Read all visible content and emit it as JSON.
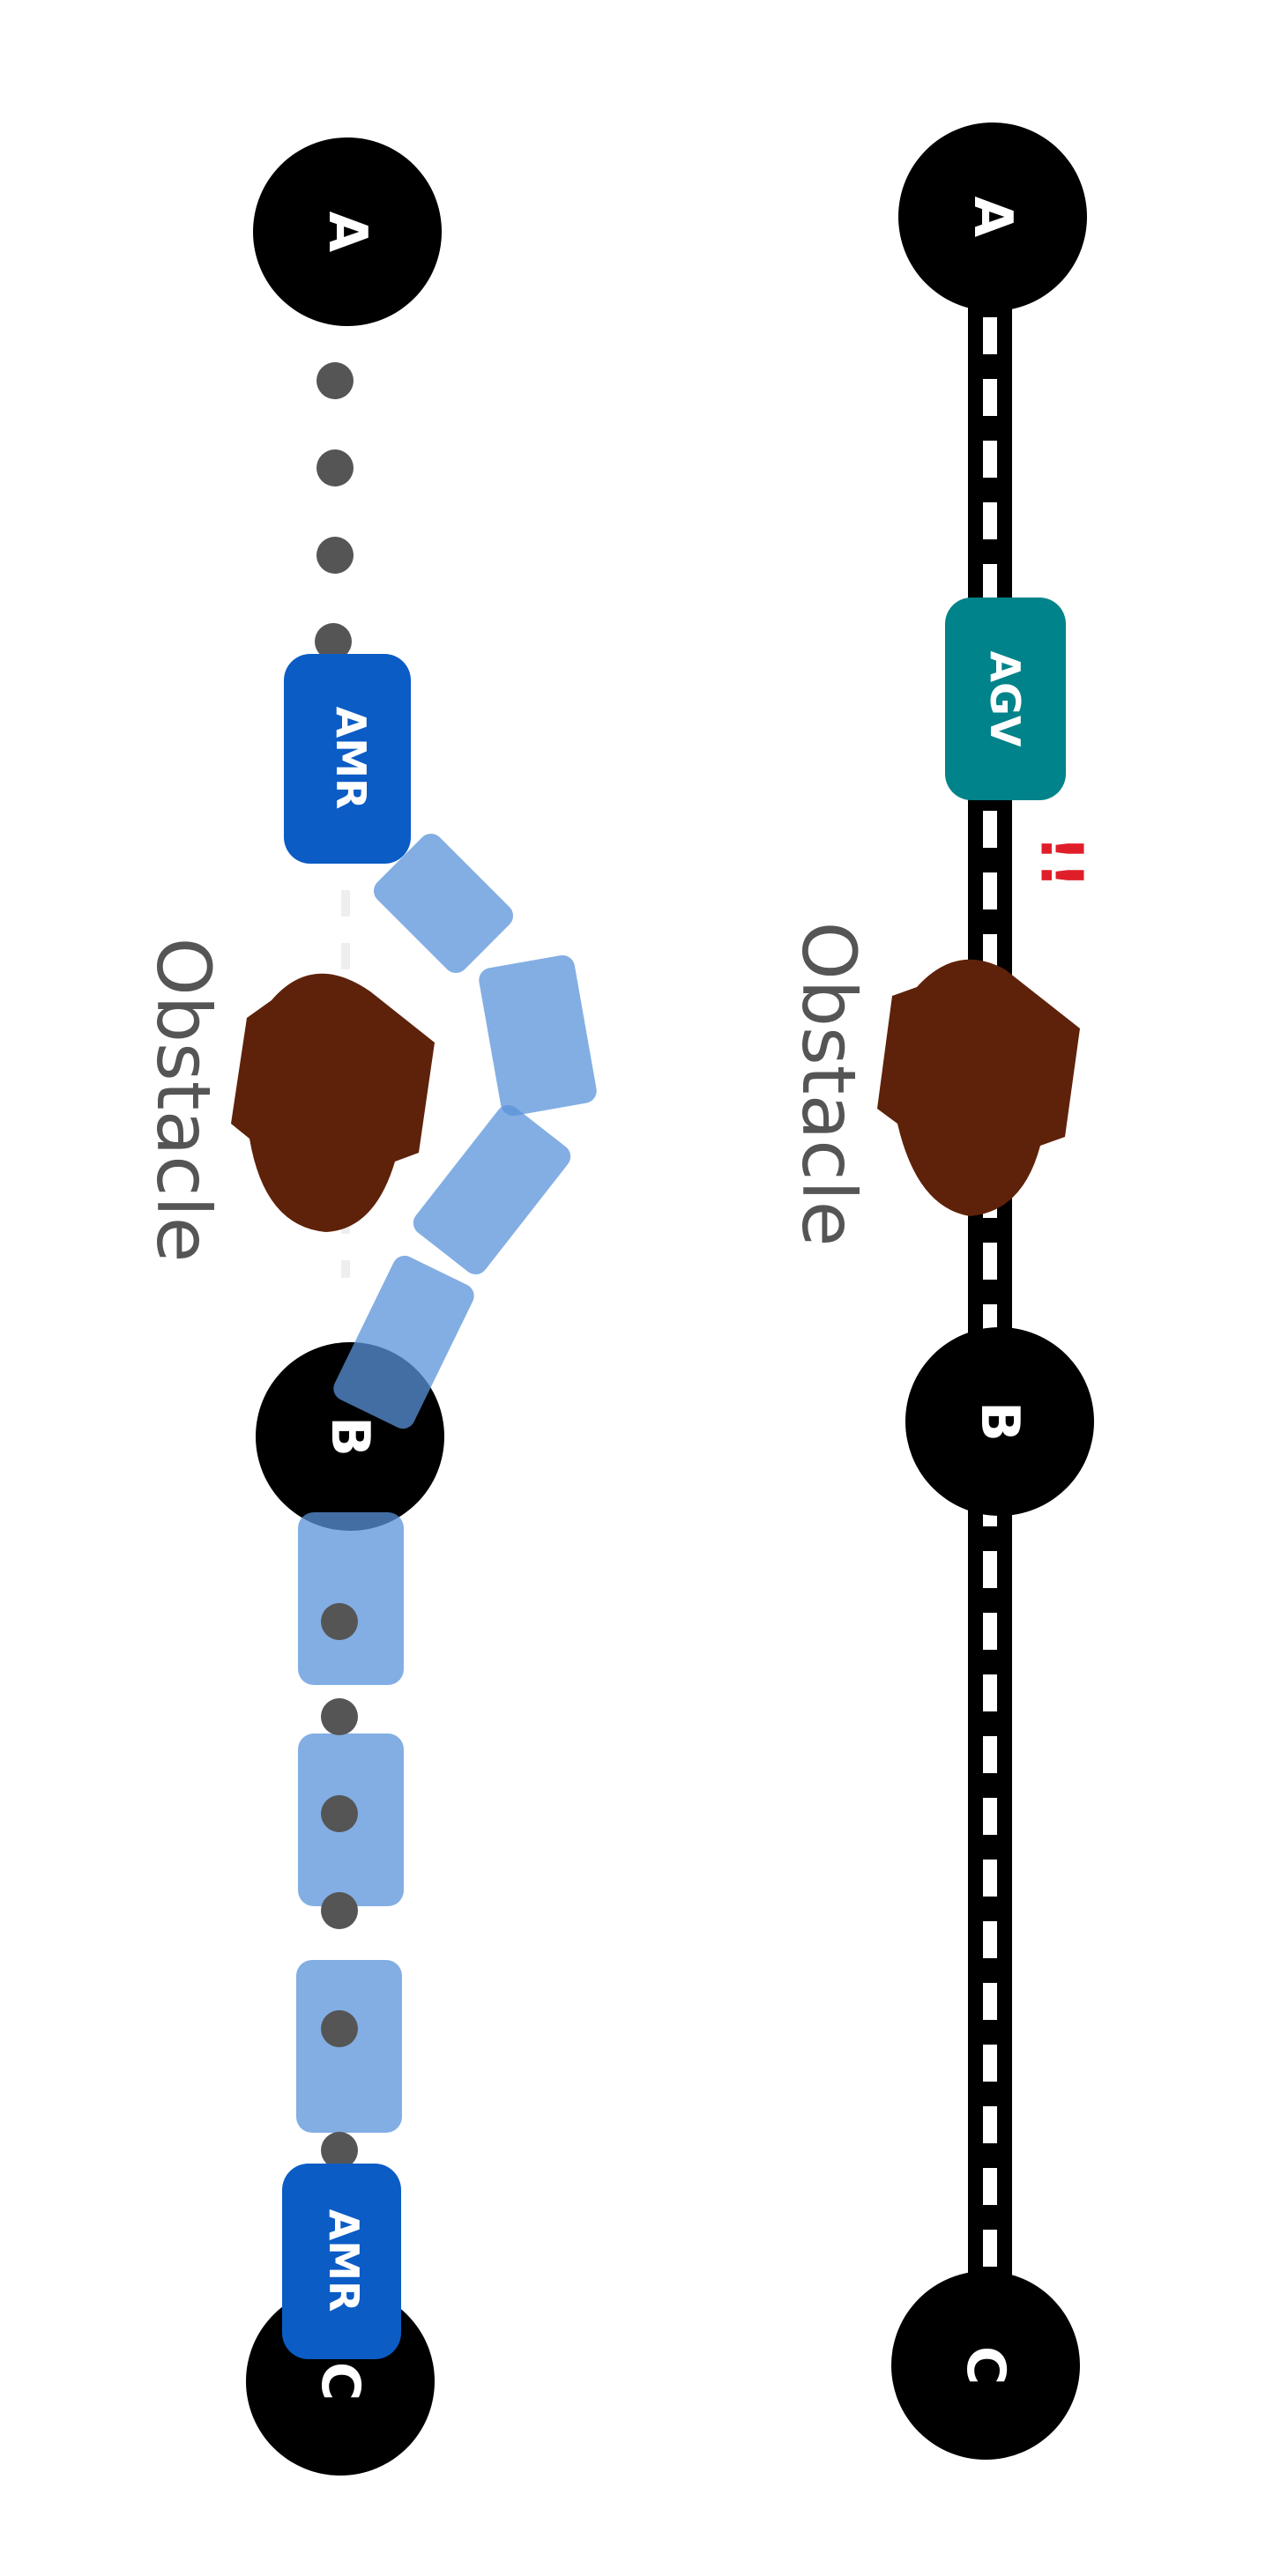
{
  "colors": {
    "node": "#000000",
    "agv": "#00838a",
    "amr": "#0b5cc5",
    "amr_ghost": "#5a93d9",
    "obstacle": "#5e220a",
    "dot": "#555555",
    "warning": "#e01e2a"
  },
  "agv_panel": {
    "nodes": [
      {
        "id": "A",
        "label": "A"
      },
      {
        "id": "B",
        "label": "B"
      },
      {
        "id": "C",
        "label": "C"
      }
    ],
    "vehicle": {
      "label": "AGV"
    },
    "warning": {
      "icon": "warning-icon",
      "text": "!!"
    },
    "obstacle": {
      "label": "Obstacle"
    }
  },
  "amr_panel": {
    "nodes": [
      {
        "id": "A",
        "label": "A"
      },
      {
        "id": "B",
        "label": "B"
      },
      {
        "id": "C",
        "label": "C"
      }
    ],
    "vehicle_start": {
      "label": "AMR"
    },
    "vehicle_end": {
      "label": "AMR"
    },
    "obstacle": {
      "label": "Obstacle"
    }
  }
}
